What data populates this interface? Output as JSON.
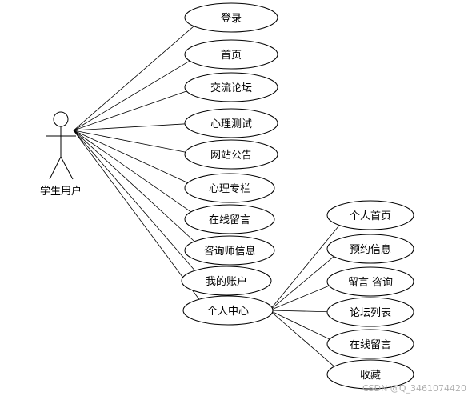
{
  "actor": {
    "name": "学生用户",
    "icon": "stick-figure-actor-icon"
  },
  "main_use_cases": [
    {
      "id": "login",
      "label": "登录"
    },
    {
      "id": "home",
      "label": "首页"
    },
    {
      "id": "forum",
      "label": "交流论坛"
    },
    {
      "id": "psych-test",
      "label": "心理测试"
    },
    {
      "id": "site-notice",
      "label": "网站公告"
    },
    {
      "id": "psych-column",
      "label": "心理专栏"
    },
    {
      "id": "online-message",
      "label": "在线留言"
    },
    {
      "id": "counselor-info",
      "label": "咨询师信息"
    },
    {
      "id": "my-account",
      "label": "我的账户"
    },
    {
      "id": "personal-center",
      "label": "个人中心"
    }
  ],
  "sub_use_cases": [
    {
      "id": "personal-home",
      "label": "个人首页"
    },
    {
      "id": "booking-info",
      "label": "预约信息"
    },
    {
      "id": "message-consult",
      "label": "留言 咨询"
    },
    {
      "id": "forum-list",
      "label": "论坛列表"
    },
    {
      "id": "online-message-2",
      "label": "在线留言"
    },
    {
      "id": "favorites",
      "label": "收藏"
    }
  ],
  "watermark": "CSDN @Q_3461074420",
  "colors": {
    "line": "#000000",
    "fill": "#ffffff",
    "watermark": "#b0b0b0"
  }
}
